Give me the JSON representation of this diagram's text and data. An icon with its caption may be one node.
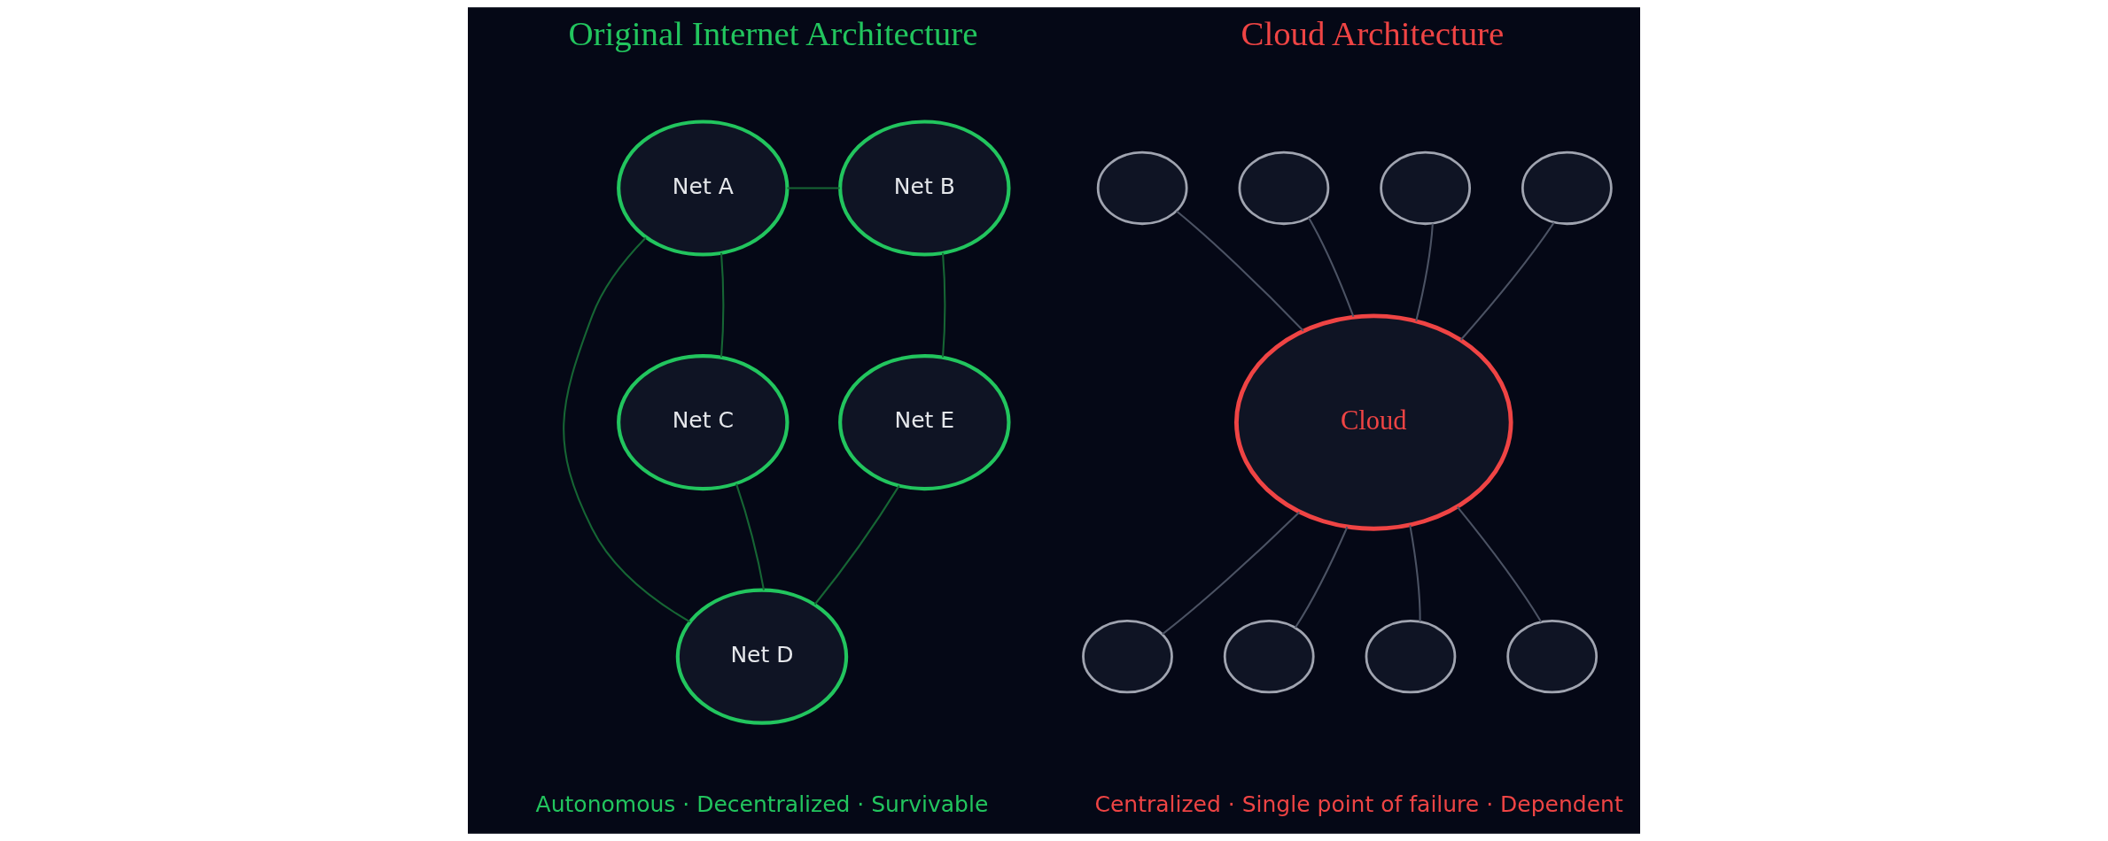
{
  "diagram": {
    "nodes": [
      {
        "text": [
          "Net A"
        ]
      },
      {
        "text": [
          "Net B"
        ]
      },
      {
        "text": [
          "Net C"
        ]
      },
      {
        "text": [
          "Net D"
        ]
      },
      {
        "text": [
          "Net E"
        ]
      },
      {
        "text": [
          "Cloud"
        ]
      },
      {
        "text": [],
        "shape": "circle"
      },
      {
        "text": [],
        "shape": "circle"
      },
      {
        "text": [],
        "shape": "circle"
      },
      {
        "text": [],
        "shape": "circle"
      },
      {
        "text": [],
        "shape": "circle"
      },
      {
        "text": [],
        "shape": "circle"
      },
      {
        "text": [],
        "shape": "circle"
      },
      {
        "text": [],
        "shape": "circle"
      }
    ],
    "edges": [
      {
        "from": 0,
        "to": 1,
        "arrow": "none",
        "color": "#166534"
      },
      {
        "from": 0,
        "to": 2,
        "arrow": "none",
        "color": "#166534"
      },
      {
        "from": 0,
        "to": 3,
        "arrow": "none",
        "color": "#166534"
      },
      {
        "from": 1,
        "to": 4,
        "arrow": "none",
        "color": "#166534"
      },
      {
        "from": 2,
        "to": 3,
        "arrow": "none",
        "color": "#166534"
      },
      {
        "from": 3,
        "to": 4,
        "arrow": "none",
        "color": "#166534"
      },
      {
        "from": 5,
        "to": 6,
        "arrow": "none"
      },
      {
        "from": 5,
        "to": 7,
        "arrow": "none"
      },
      {
        "from": 5,
        "to": 8,
        "arrow": "none"
      },
      {
        "from": 5,
        "to": 9,
        "arrow": "none"
      },
      {
        "from": 5,
        "to": 10,
        "arrow": "none"
      },
      {
        "from": 5,
        "to": 11,
        "arrow": "none"
      },
      {
        "from": 5,
        "to": 12,
        "arrow": "none"
      },
      {
        "from": 5,
        "to": 13,
        "arrow": "none"
      }
    ],
    "labels": [
      "Original Internet Architecture",
      "Cloud Architecture",
      "Autonomous · Decentralized · Survivable",
      "Centralized · Single point of failure · Dependent"
    ]
  }
}
